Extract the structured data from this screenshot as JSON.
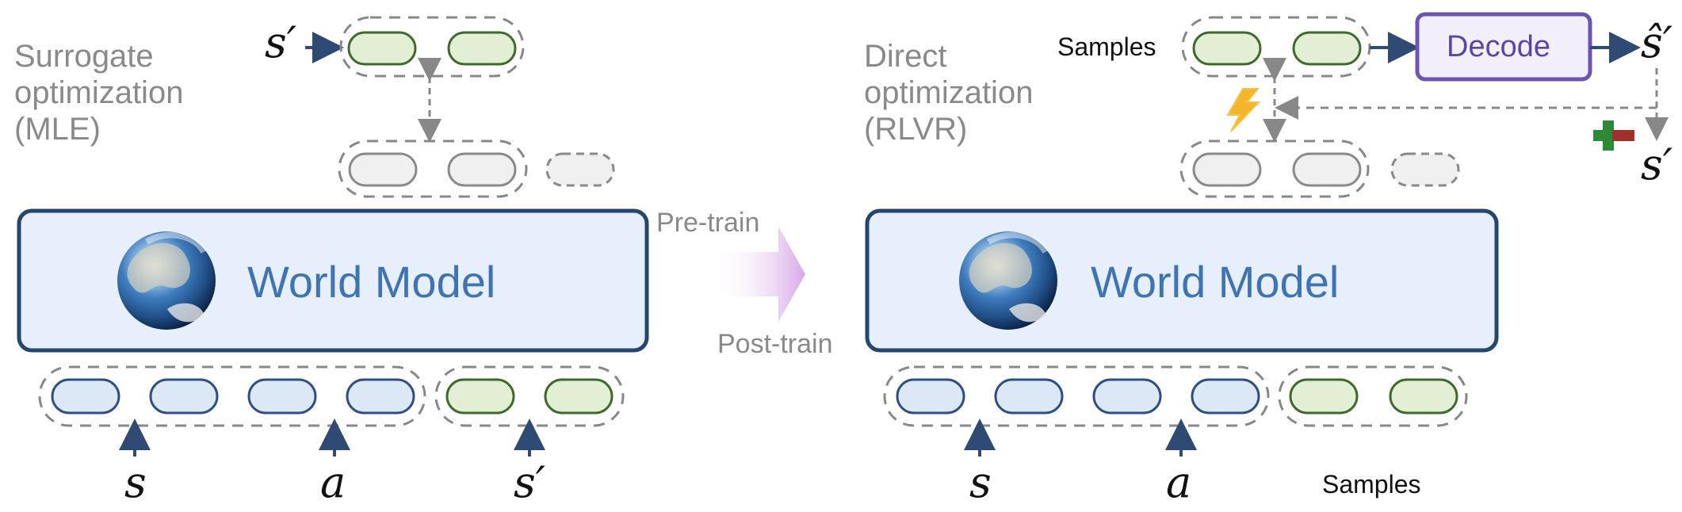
{
  "left_panel": {
    "title_lines": [
      "Surrogate",
      "optimization",
      "(MLE)"
    ],
    "model_label": "World Model",
    "target_symbol": "s′",
    "input_symbols": {
      "state": "s",
      "action": "a",
      "next_state": "s′"
    }
  },
  "middle": {
    "top_label": "Pre-train",
    "bottom_label": "Post-train"
  },
  "right_panel": {
    "title_lines": [
      "Direct",
      "optimization",
      "(RLVR)"
    ],
    "model_label": "World Model",
    "samples_label_top": "Samples",
    "decode_label": "Decode",
    "decoded_symbol": "ŝ′",
    "target_symbol": "s′",
    "input_symbols": {
      "state": "s",
      "action": "a"
    },
    "samples_label_bottom": "Samples"
  },
  "colors": {
    "blue_token_fill": "#dde8f6",
    "blue_token_stroke": "#2e4f85",
    "green_token_fill": "#e3efd5",
    "green_token_stroke": "#3f6a2c",
    "gray_token_fill": "#f0f0f0",
    "gray_token_stroke": "#8a8a8a",
    "model_fill": "#e6effb",
    "model_stroke": "#24466f",
    "decode_fill": "#f2effb",
    "decode_stroke": "#6b54b3",
    "arrow_gradient": "#d8a7e6"
  },
  "icons": [
    "earth-icon",
    "lightning-icon",
    "plus-minus-icon"
  ]
}
